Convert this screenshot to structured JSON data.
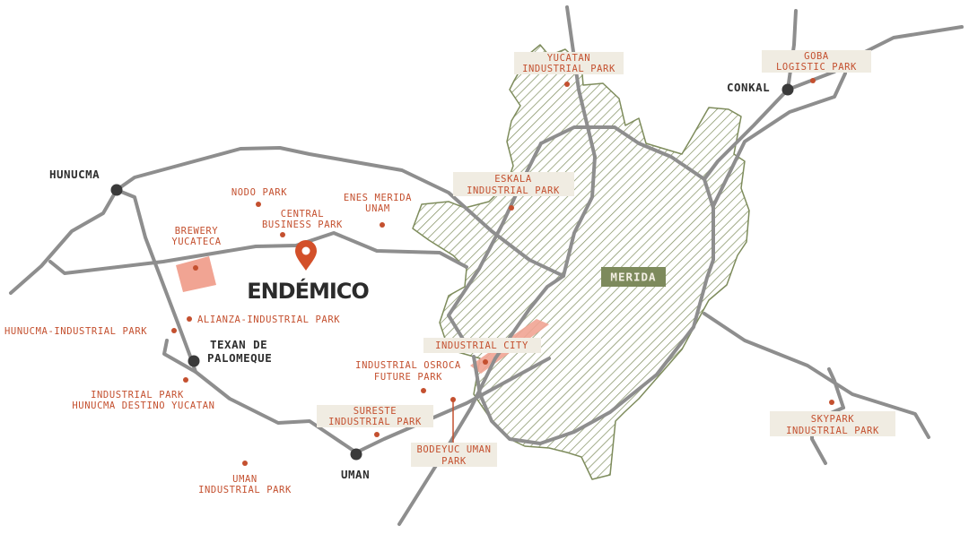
{
  "brand": {
    "name": "ENDÉMICO"
  },
  "city": {
    "name": "MERIDA"
  },
  "towns": {
    "hunucma": "HUNUCMA",
    "conkal": "CONKAL",
    "texan_1": "TEXAN DE",
    "texan_2": "PALOMEQUE",
    "uman": "UMAN"
  },
  "places": {
    "yucatan_1": "YUCATAN",
    "yucatan_2": "INDUSTRIAL PARK",
    "goba_1": "GOBA",
    "goba_2": "LOGISTIC PARK",
    "eskala_1": "ESKALA",
    "eskala_2": "INDUSTRIAL PARK",
    "nodo": "NODO PARK",
    "enes_1": "ENES MERIDA",
    "enes_2": "UNAM",
    "central_1": "CENTRAL",
    "central_2": "BUSINESS PARK",
    "brewery_1": "BREWERY",
    "brewery_2": "YUCATECA",
    "alianza": "ALIANZA-INDUSTRIAL PARK",
    "hunucma_ind": "HUNUCMA-INDUSTRIAL PARK",
    "industrial_city": "INDUSTRIAL CITY",
    "osroca_1": "INDUSTRIAL OSROCA",
    "osroca_2": "FUTURE PARK",
    "ipdy_1": "INDUSTRIAL PARK",
    "ipdy_2": "HUNUCMA DESTINO YUCATAN",
    "sureste_1": "SURESTE",
    "sureste_2": "INDUSTRIAL PARK",
    "bodeyuc_1": "BODEYUC UMAN",
    "bodeyuc_2": "PARK",
    "skypark_1": "SKYPARK",
    "skypark_2": "INDUSTRIAL PARK",
    "uman_ind_1": "UMAN",
    "uman_ind_2": "INDUSTRIAL PARK"
  },
  "colors": {
    "road": "#8e8e8e",
    "label": "#c4502f",
    "label_box": "#f0ece2",
    "zone_stroke": "#7e8c5c",
    "city_badge": "#7d8a5c",
    "highlight": "#f1a493"
  },
  "icons": {
    "marker": "location-pin-icon"
  }
}
